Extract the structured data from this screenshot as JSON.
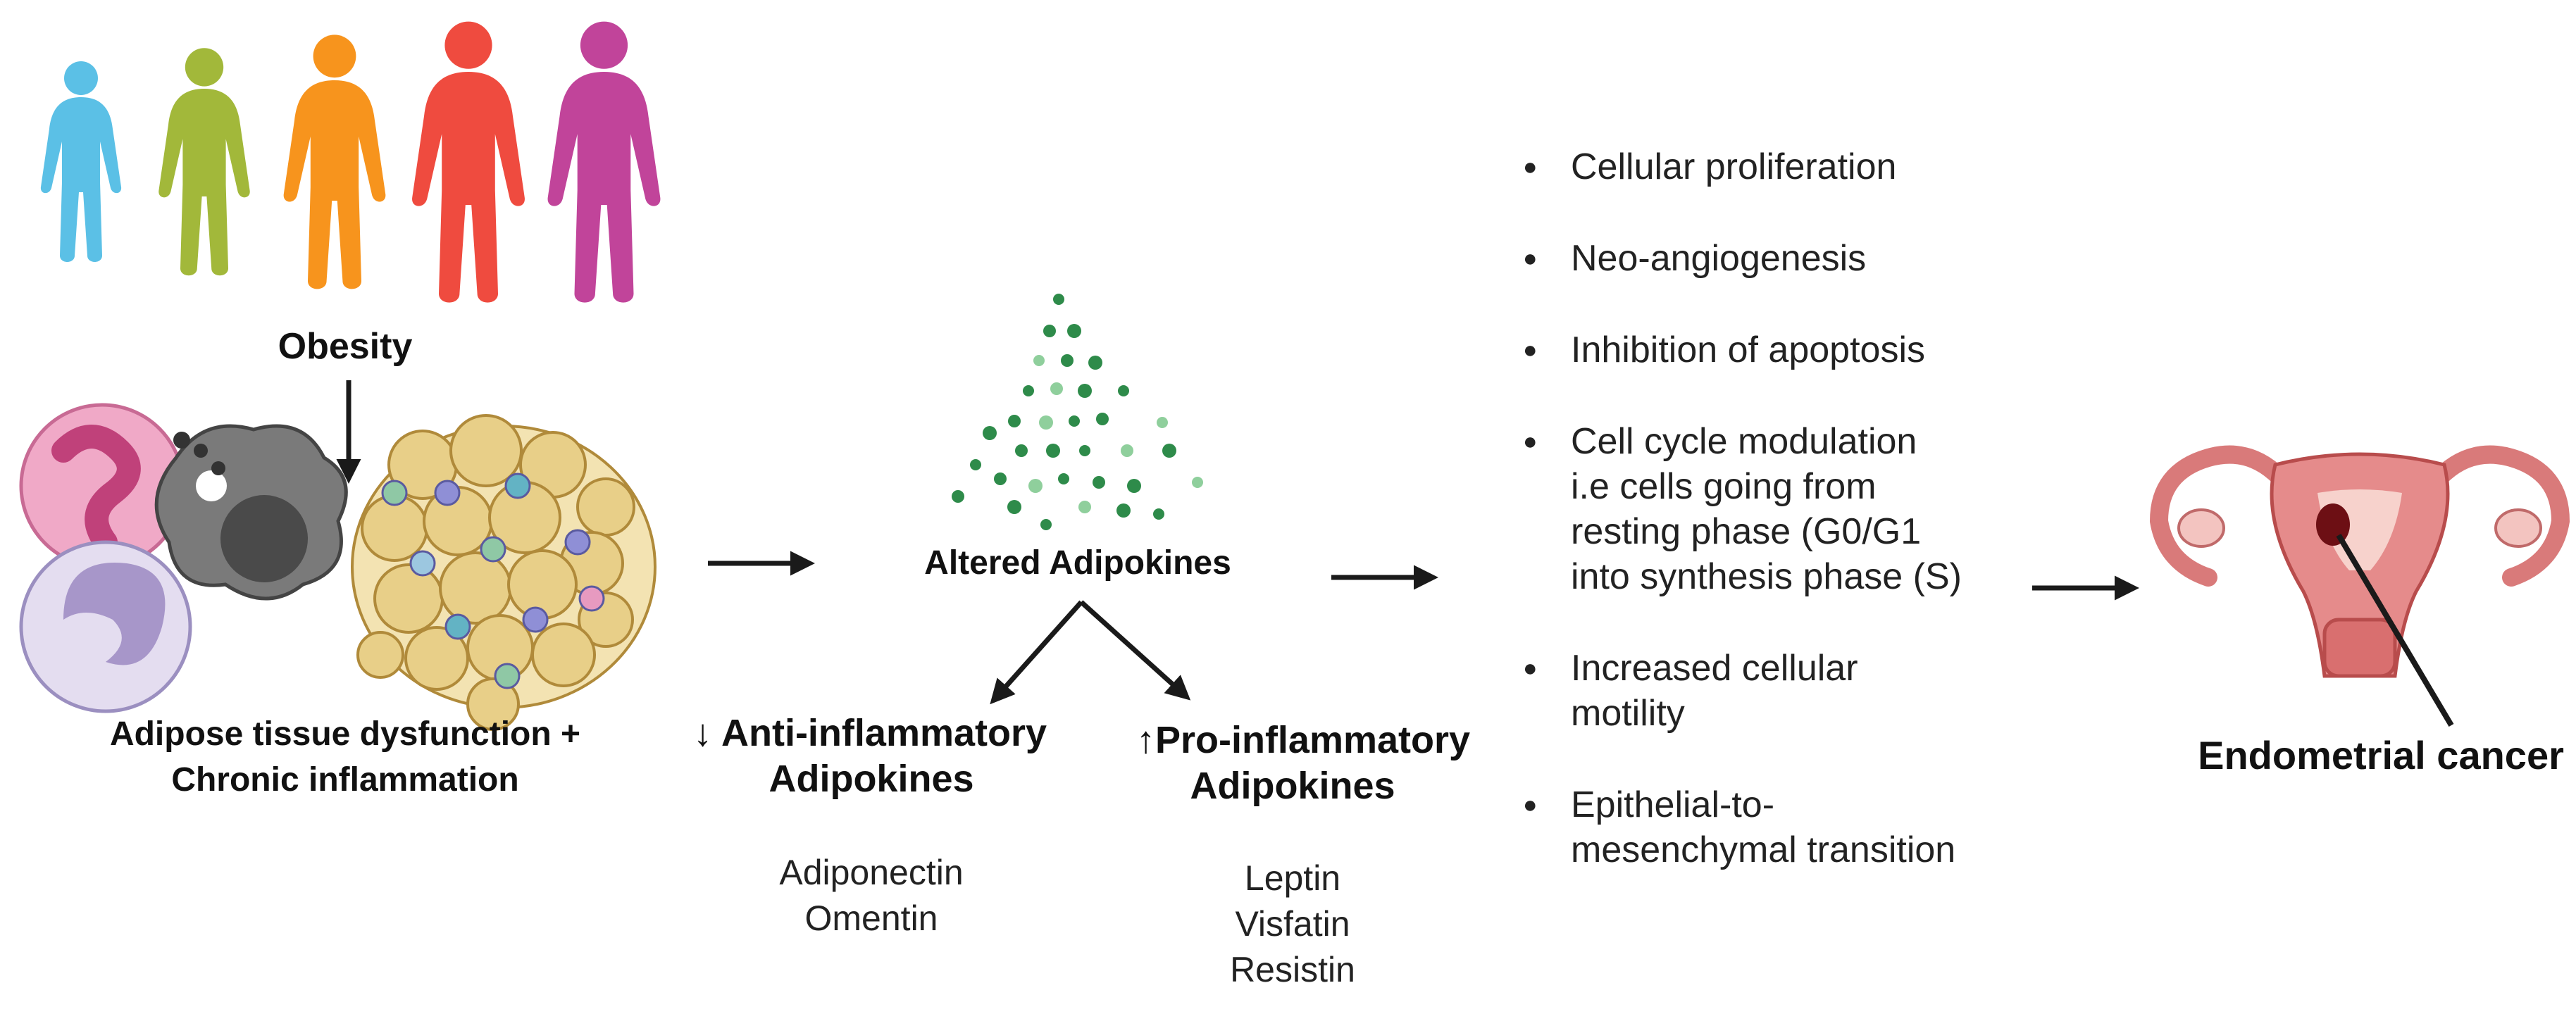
{
  "labels": {
    "obesity": "Obesity",
    "adipose_line1": "Adipose tissue dysfunction +",
    "adipose_line2": "Chronic inflammation",
    "altered": "Altered Adipokines",
    "anti_line1": "↓ Anti-inflammatory",
    "anti_line2": "Adipokines",
    "pro_line1": "↑Pro-inflammatory",
    "pro_line2": "Adipokines",
    "endometrial": "Endometrial cancer"
  },
  "anti_list": [
    "Adiponectin",
    "Omentin"
  ],
  "pro_list": [
    "Leptin",
    "Visfatin",
    "Resistin"
  ],
  "effects": [
    [
      "Cellular proliferation"
    ],
    [
      "Neo-angiogenesis"
    ],
    [
      "Inhibition of apoptosis"
    ],
    [
      "Cell cycle modulation",
      "i.e cells going from",
      "resting phase (G0/G1",
      "into synthesis phase (S)"
    ],
    [
      "Increased cellular",
      "motility"
    ],
    [
      "Epithelial-to-",
      "mesenchymal transition"
    ]
  ],
  "colors": {
    "silhouettes": [
      "#5bc0e6",
      "#a2b83a",
      "#f7941d",
      "#ef4b3f",
      "#c1449a"
    ],
    "fat_cell": "#e8cf88",
    "fat_cell_edge": "#b08a3a",
    "dots": "#2e8b4a",
    "uterus": "#e58b8b",
    "uterus_dark": "#b84c4c",
    "tumor": "#6d0f14",
    "arrow": "#1a1a1a"
  },
  "icons": [
    "body-silhouette-icon",
    "neutrophil-icon",
    "macrophage-icon",
    "lymphocyte-icon",
    "adipose-tissue-icon",
    "uterus-icon"
  ]
}
